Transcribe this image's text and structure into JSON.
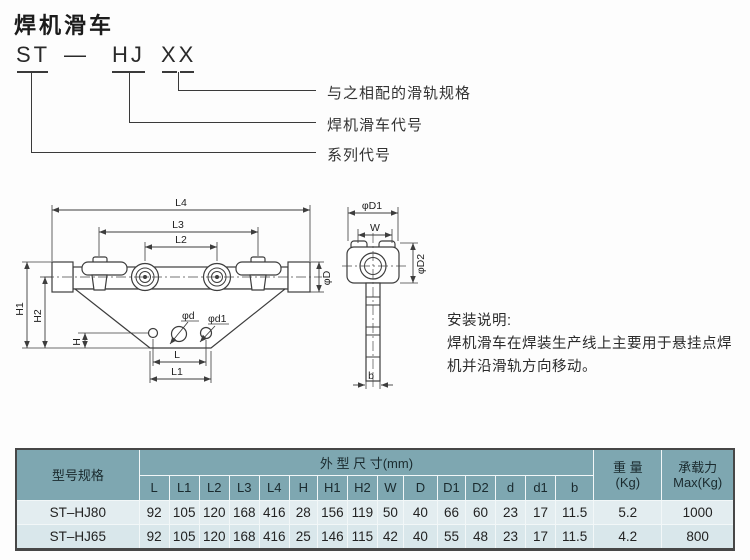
{
  "page": {
    "title": "焊机滑车"
  },
  "model_code": {
    "series": "ST",
    "dash": "—",
    "code": "HJ",
    "spec": "XX",
    "legend": [
      {
        "label": "与之相配的滑轨规格"
      },
      {
        "label": "焊机滑车代号"
      },
      {
        "label": "系列代号"
      }
    ]
  },
  "drawing": {
    "front_labels": {
      "L4": "L4",
      "L3": "L3",
      "L2": "L2",
      "H1": "H1",
      "H2": "H2",
      "H": "H",
      "L": "L",
      "L1": "L1",
      "phi_d": "φd",
      "phi_d1": "φd1",
      "phi_D": "φD"
    },
    "side_labels": {
      "phi_D1": "φD1",
      "W": "W",
      "phi_D2": "φD2",
      "b": "b"
    }
  },
  "install_note": {
    "heading": "安装说明:",
    "body": "焊机滑车在焊装生产线上主要用于悬挂点焊机并沿滑轨方向移动。"
  },
  "table": {
    "col_model": "型号规格",
    "col_dims_group": "外 型 尺 寸(mm)",
    "dim_cols": [
      "L",
      "L1",
      "L2",
      "L3",
      "L4",
      "H",
      "H1",
      "H2",
      "W",
      "D",
      "D1",
      "D2",
      "d",
      "d1",
      "b"
    ],
    "col_weight_l1": "重 量",
    "col_weight_l2": "(Kg)",
    "col_capacity_l1": "承载力",
    "col_capacity_l2": "Max(Kg)",
    "rows": [
      {
        "model": "ST–HJ80",
        "dims": [
          "92",
          "105",
          "120",
          "168",
          "416",
          "28",
          "156",
          "119",
          "50",
          "40",
          "66",
          "60",
          "23",
          "17",
          "11.5"
        ],
        "weight": "5.2",
        "capacity": "1000"
      },
      {
        "model": "ST–HJ65",
        "dims": [
          "92",
          "105",
          "120",
          "168",
          "416",
          "25",
          "146",
          "115",
          "42",
          "40",
          "55",
          "48",
          "23",
          "17",
          "11.5"
        ],
        "weight": "4.2",
        "capacity": "800"
      }
    ]
  },
  "colors": {
    "header_bg": "#7ea7b1",
    "row_bg": "#e3edf0",
    "row_alt_bg": "#d9e7eb",
    "line": "#3d3d3d",
    "table_border": "#474747"
  }
}
